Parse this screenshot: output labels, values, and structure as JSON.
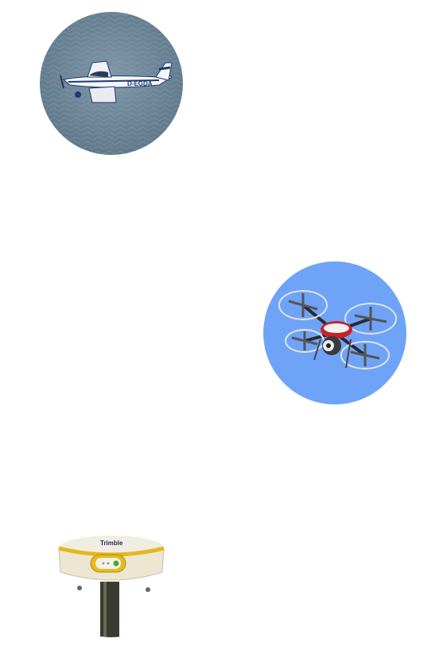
{
  "items": [
    {
      "name": "aircraft",
      "icon": "airplane-photo",
      "registration": "D-EGDA",
      "background": "#6f8a9c"
    },
    {
      "name": "drone",
      "icon": "quadcopter-photo",
      "background": "#6fa3f7"
    },
    {
      "name": "gnss-receiver",
      "icon": "gnss-receiver-photo",
      "brand": "Trimble",
      "background": "#ffffff"
    }
  ]
}
